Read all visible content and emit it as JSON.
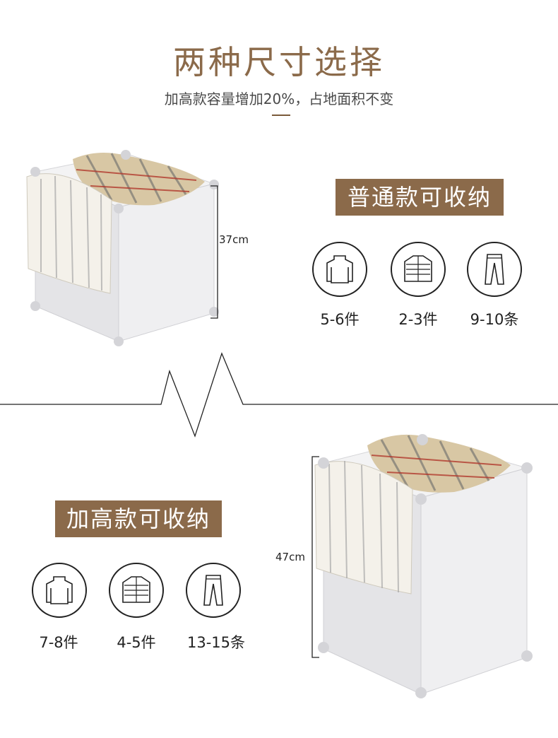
{
  "header": {
    "title": "两种尺寸选择",
    "subtitle": "加高款容量增加20%，占地面积不变"
  },
  "standard": {
    "badge": "普通款可收纳",
    "height_label": "37cm",
    "items": [
      {
        "icon": "sweater-icon",
        "count": "5-6件"
      },
      {
        "icon": "down-jacket-icon",
        "count": "2-3件"
      },
      {
        "icon": "pants-icon",
        "count": "9-10条"
      }
    ]
  },
  "tall": {
    "badge": "加高款可收纳",
    "height_label": "47cm",
    "items": [
      {
        "icon": "sweater-icon",
        "count": "7-8件"
      },
      {
        "icon": "down-jacket-icon",
        "count": "4-5件"
      },
      {
        "icon": "pants-icon",
        "count": "13-15条"
      }
    ]
  },
  "colors": {
    "accent": "#8b6a4a",
    "cabinet": "#ededee",
    "plaid": "#d8c7a4"
  }
}
